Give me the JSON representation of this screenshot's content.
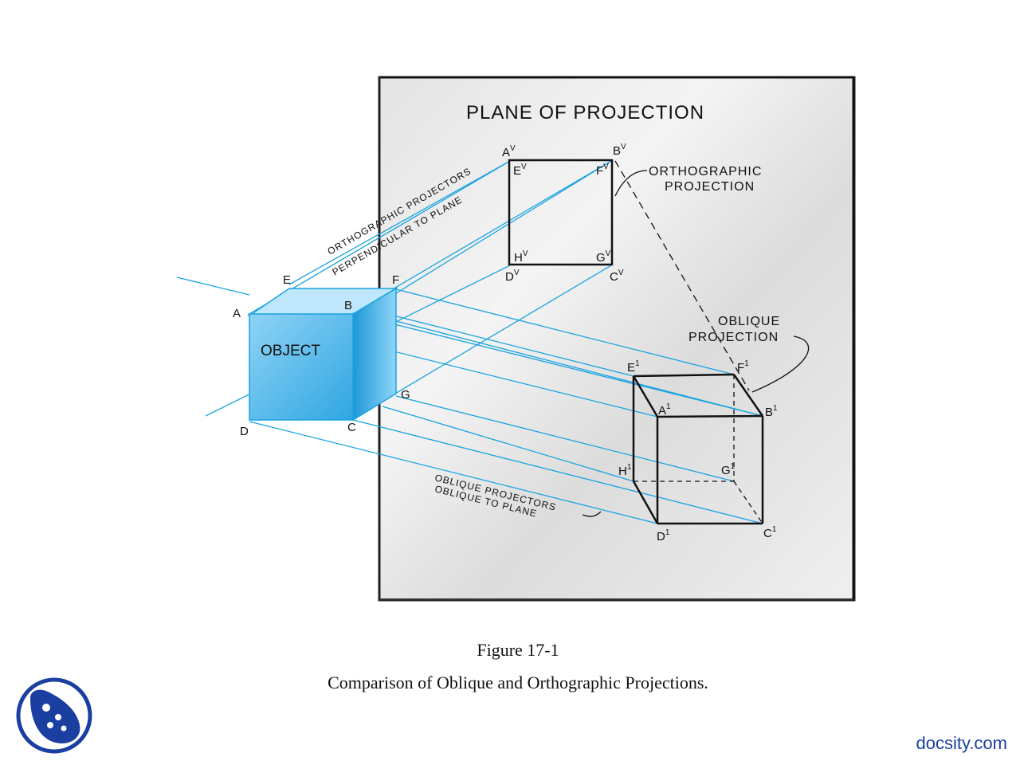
{
  "plane": {
    "title": "PLANE OF PROJECTION"
  },
  "object": {
    "label": "OBJECT"
  },
  "labels": {
    "ortho_projectors_1": "ORTHOGRAPHIC PROJECTORS",
    "ortho_projectors_2": "PERPENDICULAR TO PLANE",
    "ortho_projection_1": "ORTHOGRAPHIC",
    "ortho_projection_2": "PROJECTION",
    "oblique_projection_1": "OBLIQUE",
    "oblique_projection_2": "PROJECTION",
    "oblique_projectors_1": "OBLIQUE PROJECTORS",
    "oblique_projectors_2": "OBLIQUE TO PLANE"
  },
  "vertices": {
    "object": {
      "A": "A",
      "B": "B",
      "C": "C",
      "D": "D",
      "E": "E",
      "F": "F",
      "G": "G"
    },
    "ortho": {
      "A": "A",
      "B": "B",
      "C": "C",
      "D": "D",
      "E": "E",
      "F": "F",
      "G": "G",
      "H": "H",
      "sup": "V"
    },
    "oblique": {
      "A": "A",
      "B": "B",
      "C": "C",
      "D": "D",
      "E": "E",
      "F": "F",
      "G": "G",
      "H": "H",
      "sup": "1"
    }
  },
  "caption": {
    "title": "Figure 17-1",
    "text": "Comparison of Oblique and Orthographic Projections."
  },
  "brand": "docsity.com",
  "colors": {
    "object": "#3ab0e8",
    "projector": "#1aa3e0",
    "brand": "#1a3fa0"
  }
}
